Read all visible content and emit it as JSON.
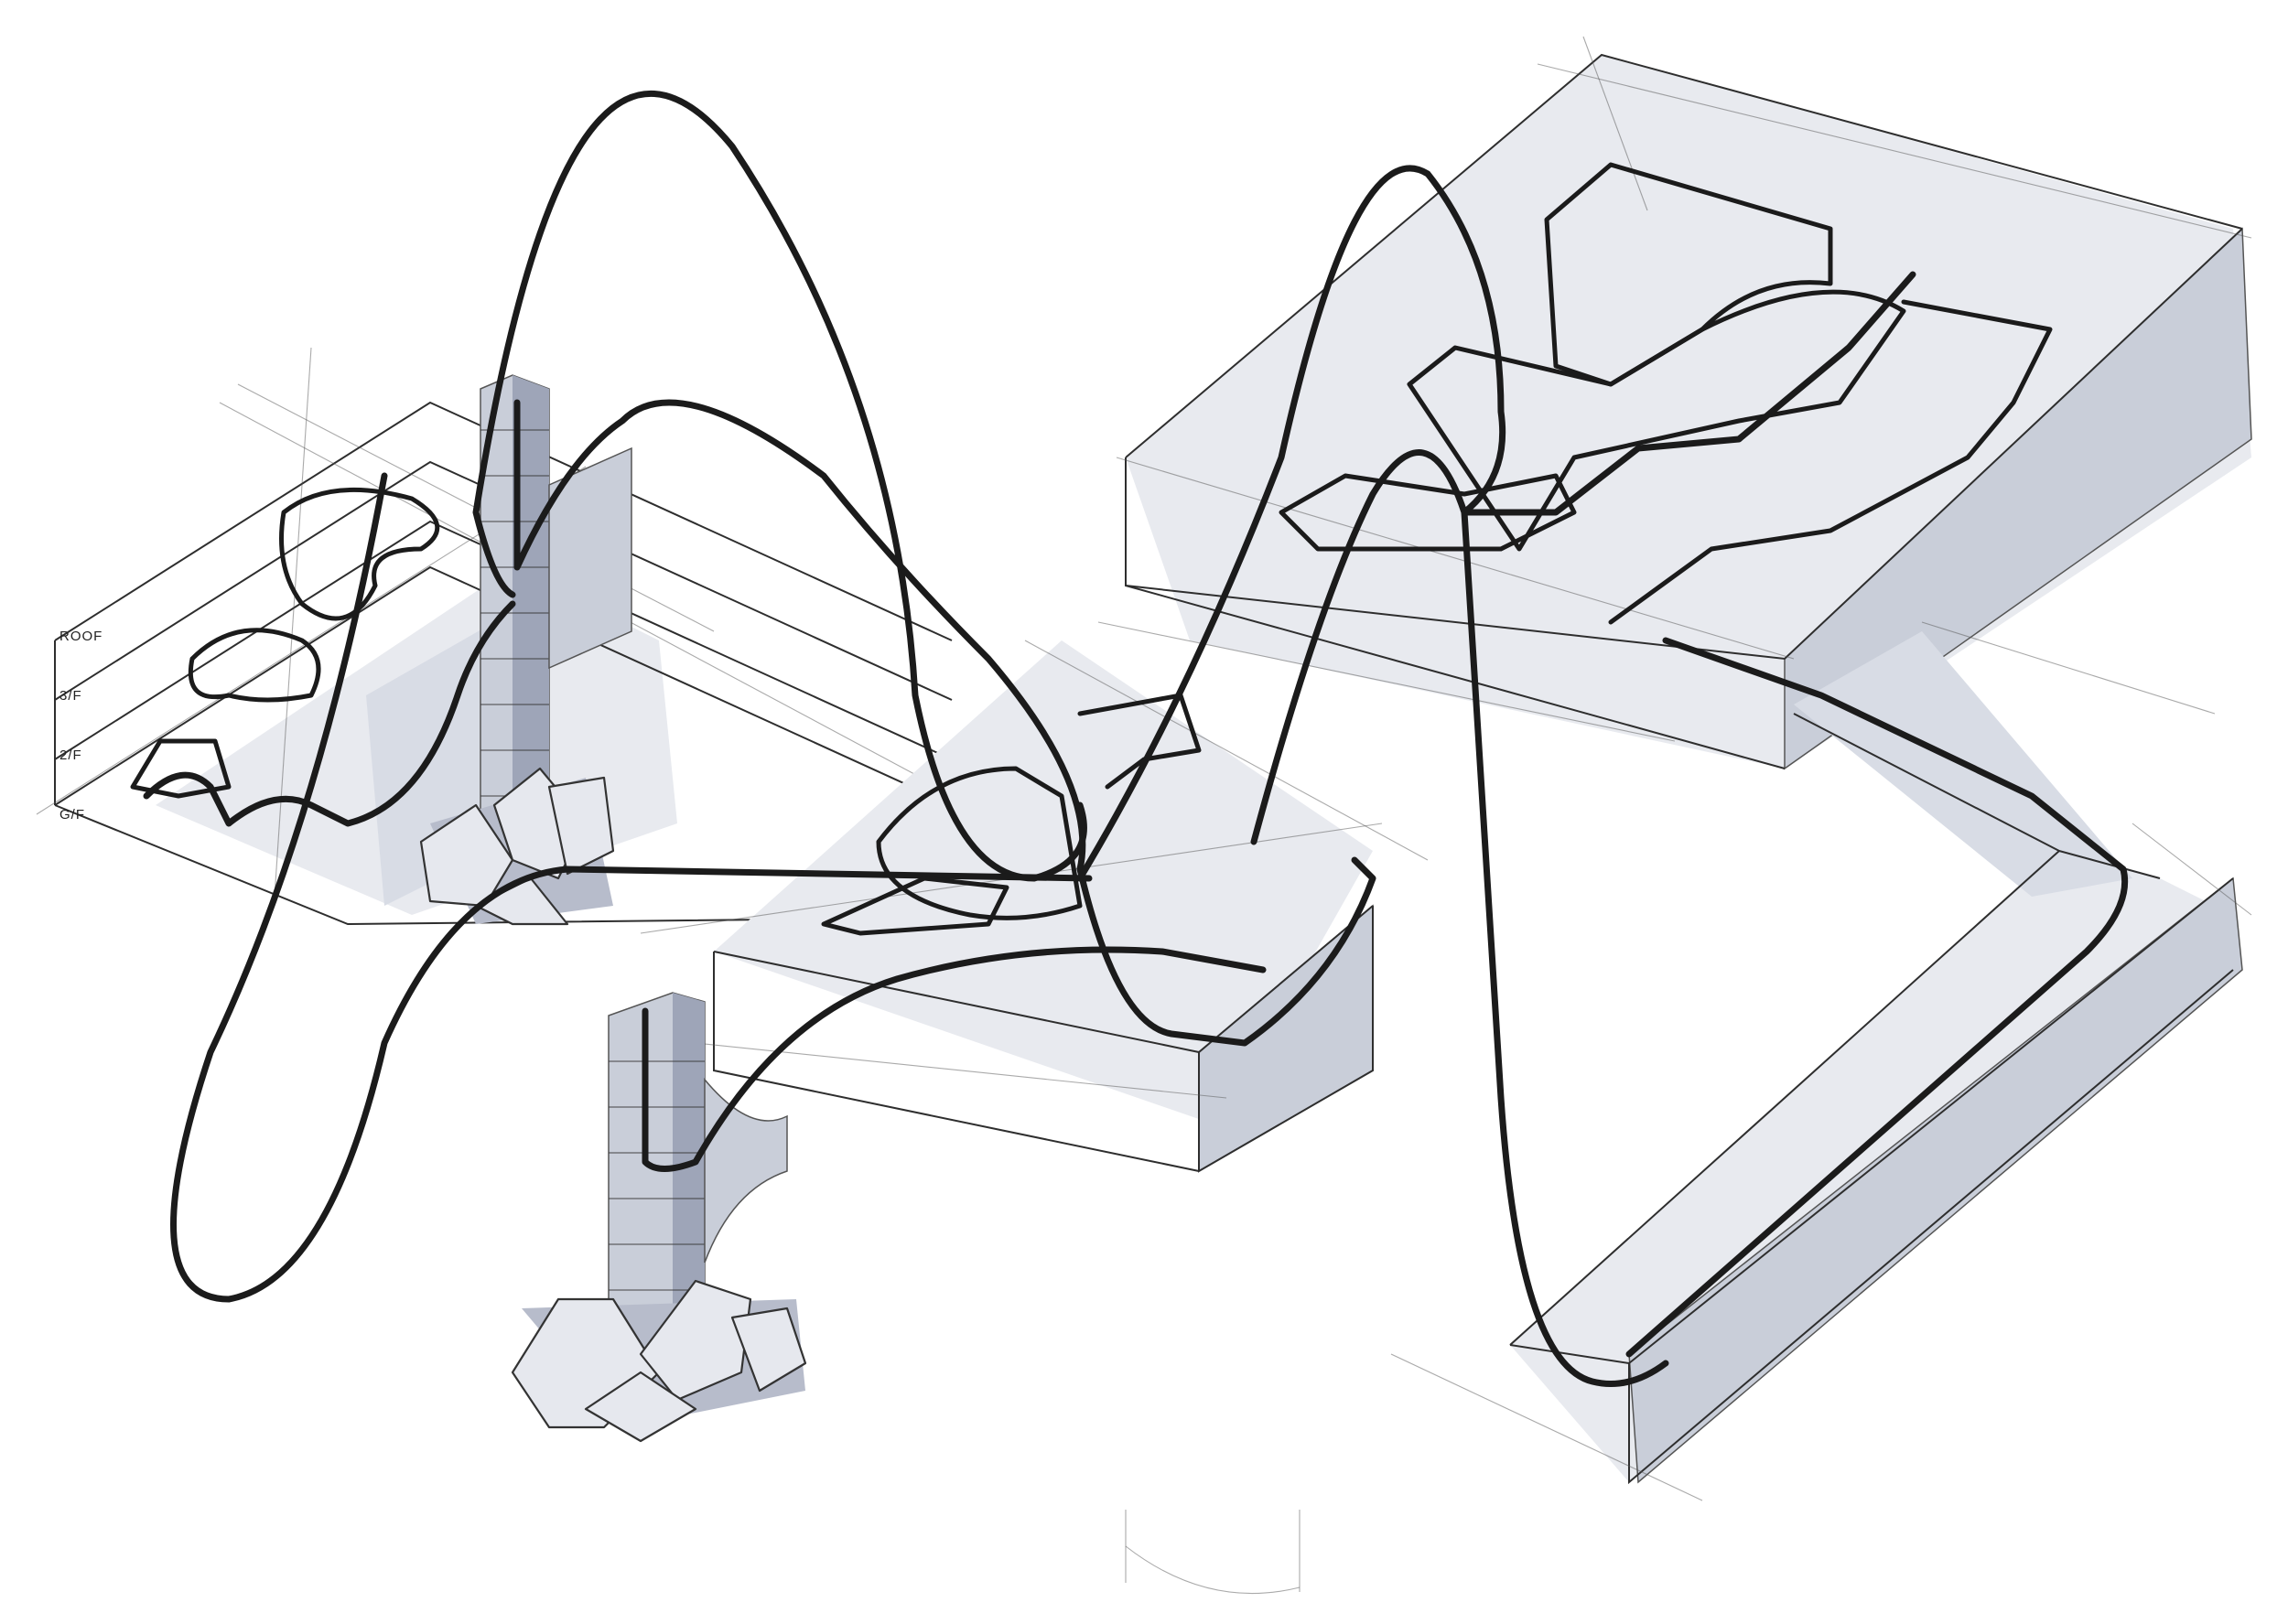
{
  "drawing": {
    "level_labels": [
      "ROOF",
      "3/F",
      "2/F",
      "G/F"
    ],
    "colors": {
      "paper": "#ffffff",
      "ink": "#1b1b1b",
      "marker_shade": "#c9ced9",
      "marker_light": "#e8eaef"
    }
  }
}
